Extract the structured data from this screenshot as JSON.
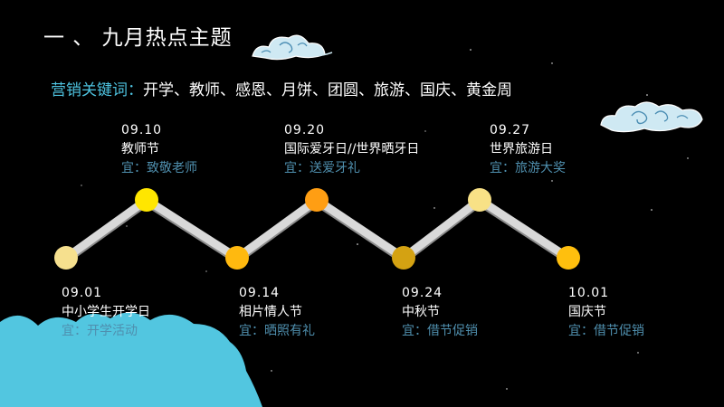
{
  "title": "一 、 九月热点主题",
  "keywords": {
    "label": "营销关键词：",
    "list": "开学、教师、感恩、月饼、团圆、旅游、国庆、黄金周"
  },
  "colors": {
    "background": "#000000",
    "accent_blue": "#4ec3e0",
    "cloud_blue": "#52c6e0",
    "tip_text": "#4f8fae",
    "connector": "#d9d9d9"
  },
  "timeline": [
    {
      "date": "09.01",
      "name": "中小学生开学日",
      "tip": "宜：开学活动",
      "dot_color": "#f6e08e",
      "position": "low"
    },
    {
      "date": "09.10",
      "name": "教师节",
      "tip": "宜：致敬老师",
      "dot_color": "#ffe600",
      "position": "high"
    },
    {
      "date": "09.14",
      "name": "相片情人节",
      "tip": "宜：晒照有礼",
      "dot_color": "#ffb90f",
      "position": "low"
    },
    {
      "date": "09.20",
      "name": "国际爱牙日//世界晒牙日",
      "tip": "宜：送爱牙礼",
      "dot_color": "#ff9e13",
      "position": "high"
    },
    {
      "date": "09.24",
      "name": "中秋节",
      "tip": "宜：借节促销",
      "dot_color": "#d4a212",
      "position": "low"
    },
    {
      "date": "09.27",
      "name": "世界旅游日",
      "tip": "宜：旅游大奖",
      "dot_color": "#f8e186",
      "position": "high"
    },
    {
      "date": "10.01",
      "name": "国庆节",
      "tip": "宜：借节促销",
      "dot_color": "#ffbf0e",
      "position": "low"
    }
  ]
}
